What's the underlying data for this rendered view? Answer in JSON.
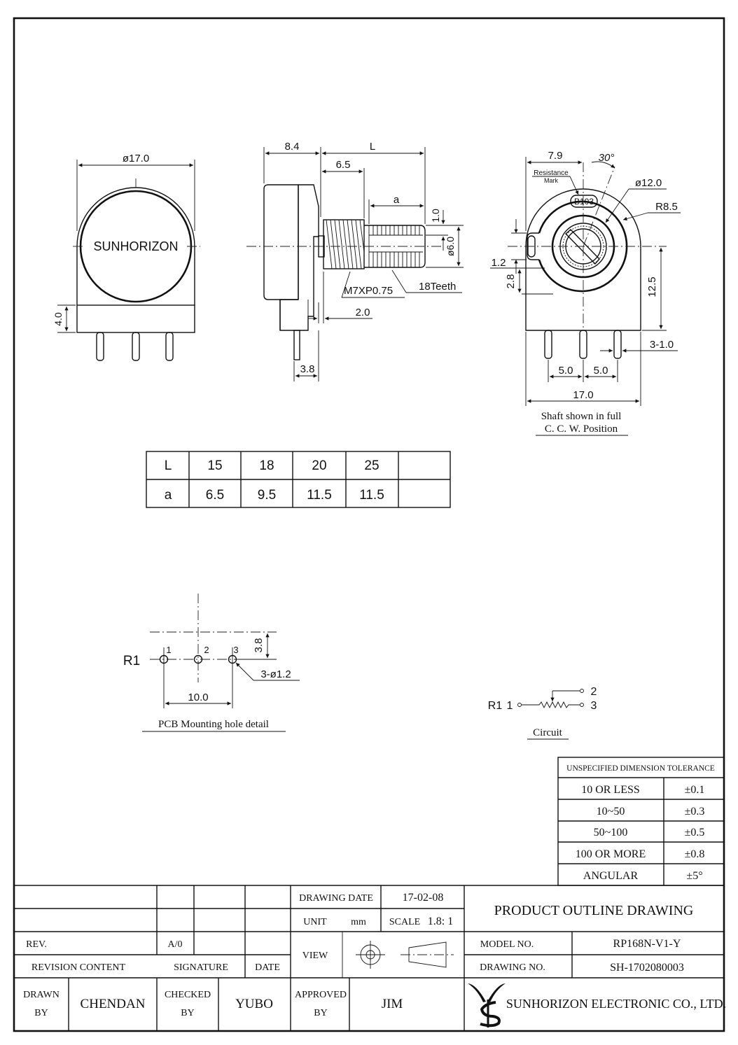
{
  "views": {
    "front": {
      "dia_label": "ø17.0",
      "brand_text": "SUNHORIZON",
      "height_label": "4.0"
    },
    "side": {
      "body_width": "8.4",
      "shaft_length": "L",
      "bushing_length": "6.5",
      "knurl_length": "a",
      "flat_width": "1.0",
      "shaft_dia": "ø6.0",
      "thread": "M7XP0.75",
      "teeth": "18Teeth",
      "flange": "2.0",
      "terminal_offset": "3.8"
    },
    "rear": {
      "offset": "7.9",
      "angle": "30°",
      "resistance_mark_line1": "Resistance",
      "resistance_mark_line2": "Mark",
      "resistance_code": "B103",
      "inner_dia": "ø12.0",
      "radius": "R8.5",
      "slot_width": "1.2",
      "slot_height": "2.8",
      "center_height": "12.5",
      "terminal_width": "3-1.0",
      "pitch_left": "5.0",
      "pitch_right": "5.0",
      "total_width": "17.0",
      "note_line1": "Shaft shown in full",
      "note_line2": "C. C. W. Position"
    }
  },
  "length_table": {
    "rows": [
      {
        "label": "L",
        "values": [
          "15",
          "18",
          "20",
          "25",
          ""
        ]
      },
      {
        "label": "a",
        "values": [
          "6.5",
          "9.5",
          "11.5",
          "11.5",
          ""
        ]
      }
    ]
  },
  "pcb": {
    "ref": "R1",
    "pin1": "1",
    "pin2": "2",
    "pin3": "3",
    "row_offset": "3.8",
    "hole_spec": "3-ø1.2",
    "span": "10.0",
    "caption": "PCB Mounting hole detail"
  },
  "circuit": {
    "ref": "R1",
    "pin1": "1",
    "pin2": "2",
    "pin3": "3",
    "caption": "Circuit"
  },
  "tolerance": {
    "header": "UNSPECIFIED DIMENSION TOLERANCE",
    "rows": [
      {
        "range": "10 OR LESS",
        "tol": "±0.1"
      },
      {
        "range": "10~50",
        "tol": "±0.3"
      },
      {
        "range": "50~100",
        "tol": "±0.5"
      },
      {
        "range": "100 OR MORE",
        "tol": "±0.8"
      },
      {
        "range": "ANGULAR",
        "tol": "±5°"
      }
    ]
  },
  "title_block": {
    "drawing_date_label": "DRAWING DATE",
    "drawing_date": "17-02-08",
    "unit_label": "UNIT",
    "unit": "mm",
    "scale_label": "SCALE",
    "scale": "1.8: 1",
    "title": "PRODUCT OUTLINE DRAWING",
    "rev_label": "REV.",
    "rev": "A/0",
    "revision_content_label": "REVISION CONTENT",
    "signature_label": "SIGNATURE",
    "date_label": "DATE",
    "view_label": "VIEW",
    "model_no_label": "MODEL NO.",
    "model_no": "RP168N-V1-Y",
    "drawing_no_label": "DRAWING NO.",
    "drawing_no": "SH-1702080003",
    "drawn_label_1": "DRAWN",
    "drawn_label_2": "BY",
    "drawn_by": "CHENDAN",
    "checked_label_1": "CHECKED",
    "checked_label_2": "BY",
    "checked_by": "YUBO",
    "approved_label_1": "APPROVED",
    "approved_label_2": "BY",
    "approved_by": "JIM",
    "company": "SUNHORIZON ELECTRONIC CO., LTD."
  }
}
